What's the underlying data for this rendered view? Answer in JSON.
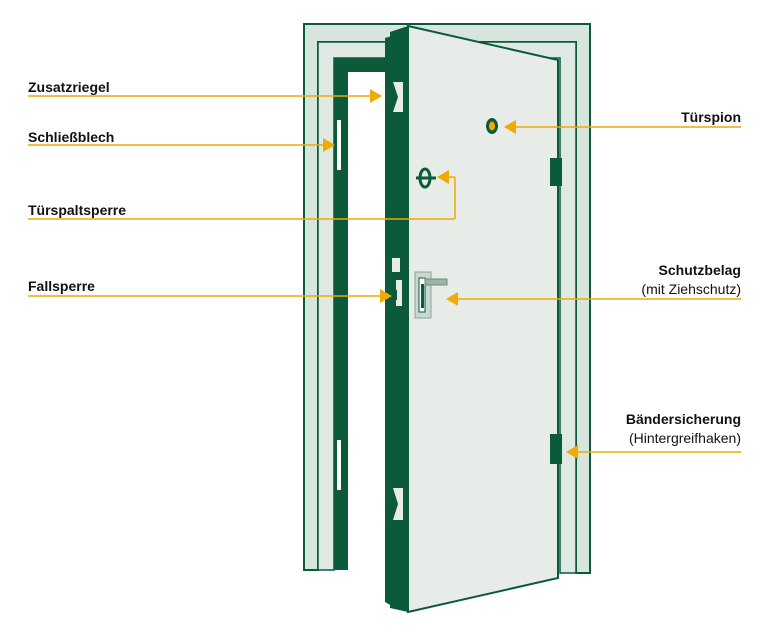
{
  "labels": {
    "zusatzriegel": "Zusatzriegel",
    "schliessblech": "Schließblech",
    "tuerspaltsperre": "Türspaltsperre",
    "fallsperre": "Fallsperre",
    "tuerspion": "Türspion",
    "schutzbelag": "Schutzbelag",
    "schutzbelag_sub": "(mit Ziehschutz)",
    "baendersicherung": "Bändersicherung",
    "baendersicherung_sub": "(Hintergreifhaken)"
  },
  "colors": {
    "door_green": "#0b5a3a",
    "frame_light": "#d8e4de",
    "frame_border": "#0b5a3a",
    "leaf_fill": "#e8ece9",
    "pointer": "#f0aa00"
  }
}
